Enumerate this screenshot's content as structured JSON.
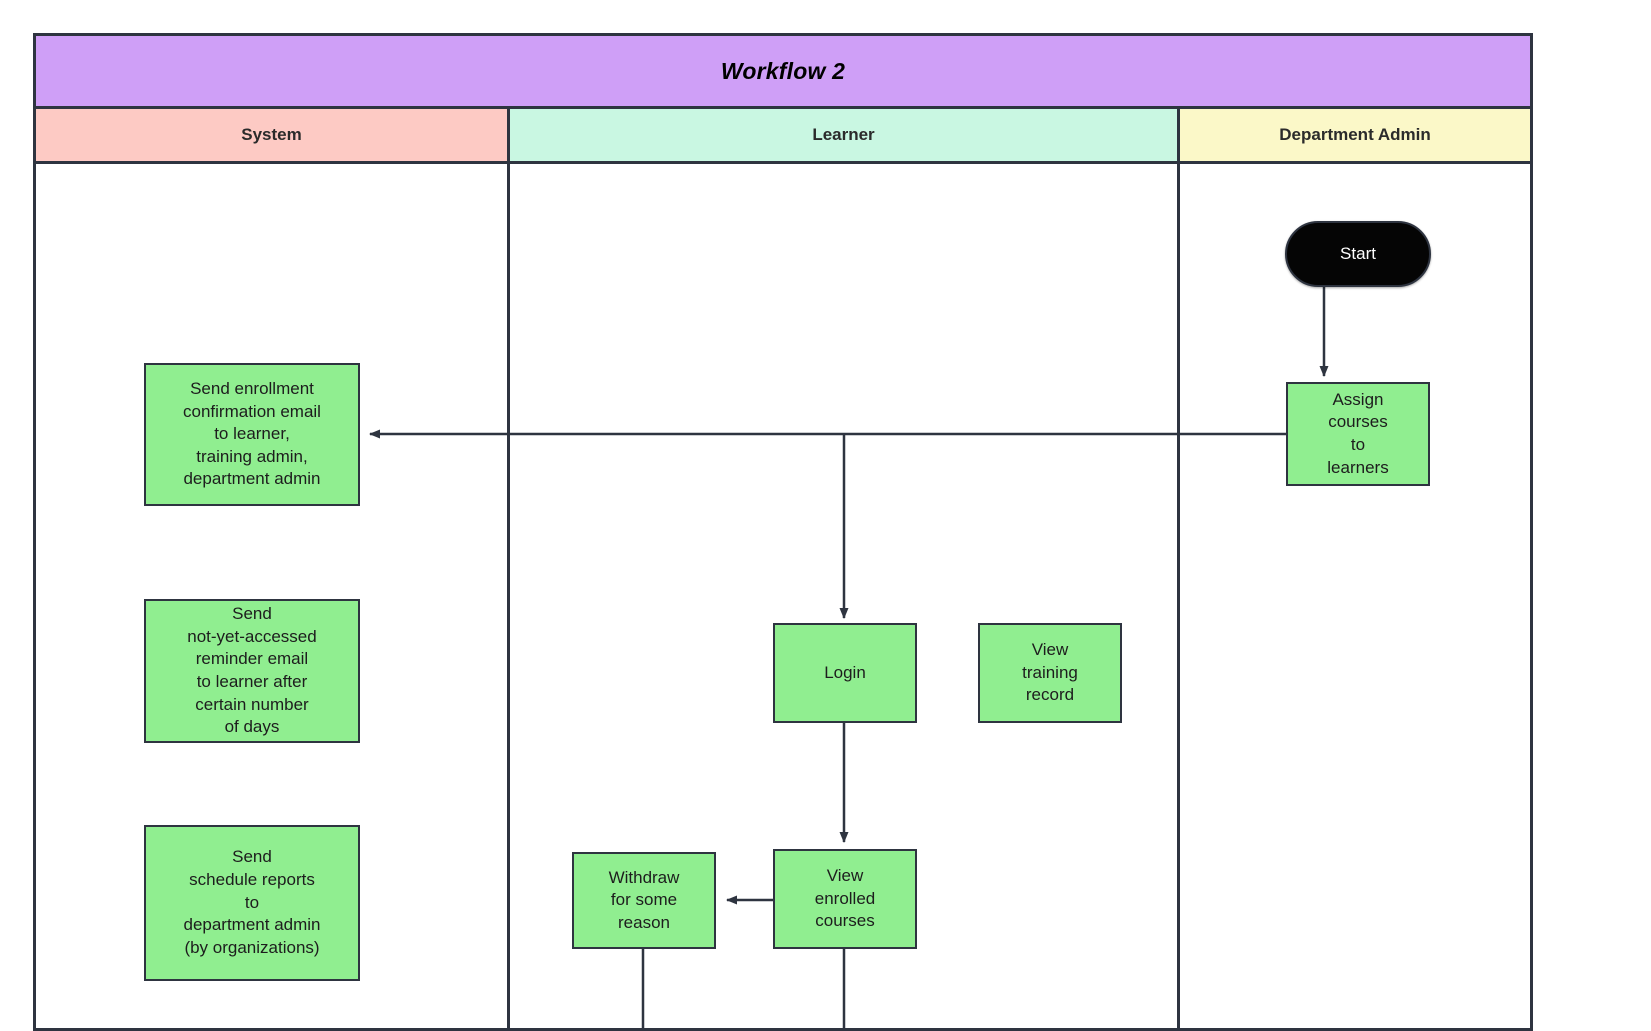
{
  "pool": {
    "title": "Workflow 2",
    "title_color": "#cf9ff7",
    "border_color": "#2e3440"
  },
  "lanes": [
    {
      "name": "System",
      "color": "#fdcac4"
    },
    {
      "name": "Learner",
      "color": "#c9f7e2"
    },
    {
      "name": "Department Admin",
      "color": "#fbf8c8"
    }
  ],
  "nodes": {
    "start": {
      "label": "Start",
      "shape": "terminator",
      "fill": "#050505",
      "text_color": "#ffffff",
      "lane": "Department Admin"
    },
    "assign_courses": {
      "label": "Assign\ncourses\nto\nlearners",
      "shape": "process",
      "fill": "#90ee90",
      "lane": "Department Admin"
    },
    "send_enrollment": {
      "label": "Send enrollment\nconfirmation email\nto learner,\ntraining admin,\ndepartment admin",
      "shape": "process",
      "fill": "#90ee90",
      "lane": "System"
    },
    "send_reminder": {
      "label": "Send\nnot-yet-accessed\nreminder email\nto learner after\ncertain number\nof days",
      "shape": "process",
      "fill": "#90ee90",
      "lane": "System"
    },
    "send_reports": {
      "label": "Send\nschedule reports\nto\ndepartment admin\n(by organizations)",
      "shape": "process",
      "fill": "#90ee90",
      "lane": "System"
    },
    "login": {
      "label": "Login",
      "shape": "process",
      "fill": "#90ee90",
      "lane": "Learner"
    },
    "view_training": {
      "label": "View\ntraining\nrecord",
      "shape": "process",
      "fill": "#90ee90",
      "lane": "Learner"
    },
    "view_enrolled": {
      "label": "View\nenrolled\ncourses",
      "shape": "process",
      "fill": "#90ee90",
      "lane": "Learner"
    },
    "withdraw": {
      "label": "Withdraw\nfor some\nreason",
      "shape": "process",
      "fill": "#90ee90",
      "lane": "Learner"
    }
  },
  "edges": [
    {
      "from": "start",
      "to": "assign_courses",
      "style": "straight-down"
    },
    {
      "from": "assign_courses",
      "to": "send_enrollment",
      "style": "straight-left"
    },
    {
      "from": "assign_courses",
      "to": "login",
      "style": "branch-down"
    },
    {
      "from": "login",
      "to": "view_enrolled",
      "style": "straight-down"
    },
    {
      "from": "view_enrolled",
      "to": "withdraw",
      "style": "straight-left"
    },
    {
      "from": "withdraw",
      "to": "offscreen-below",
      "style": "straight-down"
    },
    {
      "from": "view_enrolled",
      "to": "offscreen-below",
      "style": "straight-down"
    }
  ],
  "stroke_color": "#2e3440"
}
